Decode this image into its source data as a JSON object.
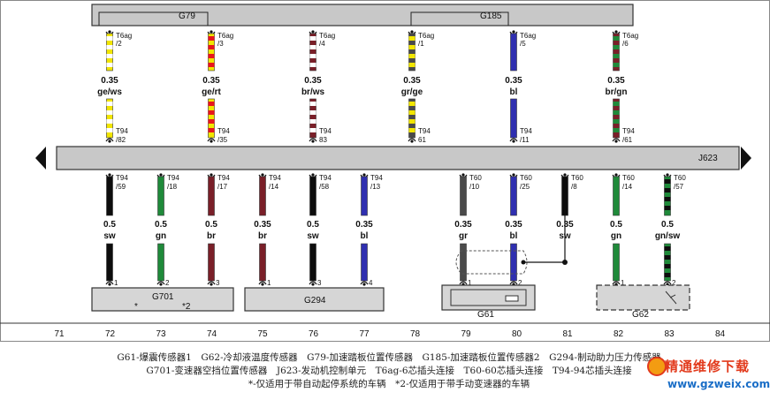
{
  "colors": {
    "ge": "#f2e600",
    "ws": "#ffffff",
    "rt": "#e8161b",
    "br": "#7a1f28",
    "gr": "#4a4a4a",
    "bl": "#2f2fb0",
    "sw": "#0d0d0d",
    "gn": "#1f8a3a",
    "box": "#c8c8c8",
    "ground": "#d6d6d6"
  },
  "top_components": [
    {
      "label": "G79"
    },
    {
      "label": "G185"
    }
  ],
  "ecu": {
    "label": "J623"
  },
  "top_wires": [
    {
      "conn_top": "T6ag",
      "pin_top": "/2",
      "size": "0.35",
      "color": "ge/ws",
      "c1": "ge",
      "c2": "ws",
      "conn_bot": "T94",
      "pin_bot": "/82"
    },
    {
      "conn_top": "T6ag",
      "pin_top": "/3",
      "size": "0.35",
      "color": "ge/rt",
      "c1": "ge",
      "c2": "rt",
      "conn_bot": "T94",
      "pin_bot": "/35"
    },
    {
      "conn_top": "T6ag",
      "pin_top": "/4",
      "size": "0.35",
      "color": "br/ws",
      "c1": "br",
      "c2": "ws",
      "conn_bot": "T94",
      "pin_bot": "83"
    },
    {
      "conn_top": "T6ag",
      "pin_top": "/1",
      "size": "0.35",
      "color": "gr/ge",
      "c1": "gr",
      "c2": "ge",
      "conn_bot": "T94",
      "pin_bot": "61"
    },
    {
      "conn_top": "T6ag",
      "pin_top": "/5",
      "size": "0.35",
      "color": "bl",
      "c1": "bl",
      "c2": "",
      "conn_bot": "T94",
      "pin_bot": "/11"
    },
    {
      "conn_top": "T6ag",
      "pin_top": "/6",
      "size": "0.35",
      "color": "br/gn",
      "c1": "br",
      "c2": "gn",
      "conn_bot": "T94",
      "pin_bot": "/61"
    }
  ],
  "bottom_wires": [
    {
      "conn": "T94",
      "pin": "/59",
      "size": "0.5",
      "color": "sw",
      "c1": "sw",
      "c2": "",
      "end_pin": "1"
    },
    {
      "conn": "T94",
      "pin": "/18",
      "size": "0.5",
      "color": "gn",
      "c1": "gn",
      "c2": "",
      "end_pin": "2"
    },
    {
      "conn": "T94",
      "pin": "/17",
      "size": "0.5",
      "color": "br",
      "c1": "br",
      "c2": "",
      "end_pin": "3"
    },
    {
      "conn": "T94",
      "pin": "/14",
      "size": "0.35",
      "color": "br",
      "c1": "br",
      "c2": "",
      "end_pin": "1"
    },
    {
      "conn": "T94",
      "pin": "/58",
      "size": "0.5",
      "color": "sw",
      "c1": "sw",
      "c2": "",
      "end_pin": "3"
    },
    {
      "conn": "T94",
      "pin": "/13",
      "size": "0.35",
      "color": "bl",
      "c1": "bl",
      "c2": "",
      "end_pin": "4"
    },
    {
      "conn": "T60",
      "pin": "/10",
      "size": "0.35",
      "color": "gr",
      "c1": "gr",
      "c2": "",
      "end_pin": "1"
    },
    {
      "conn": "T60",
      "pin": "/25",
      "size": "0.35",
      "color": "bl",
      "c1": "bl",
      "c2": "",
      "end_pin": "2"
    },
    {
      "conn": "T60",
      "pin": "/8",
      "size": "0.35",
      "color": "sw",
      "c1": "sw",
      "c2": "",
      "end_pin": ""
    },
    {
      "conn": "T60",
      "pin": "/14",
      "size": "0.5",
      "color": "gn",
      "c1": "gn",
      "c2": "",
      "end_pin": "1"
    },
    {
      "conn": "T60",
      "pin": "/57",
      "size": "0.5",
      "color": "gn/sw",
      "c1": "gn",
      "c2": "sw",
      "end_pin": "2"
    }
  ],
  "bottom_components": [
    {
      "label": "G701",
      "notes": [
        "*",
        "*2"
      ]
    },
    {
      "label": "G294"
    },
    {
      "label": "G61"
    },
    {
      "label": "G62"
    }
  ],
  "axis_numbers": [
    "71",
    "72",
    "73",
    "74",
    "75",
    "76",
    "77",
    "78",
    "79",
    "80",
    "81",
    "82",
    "83",
    "84"
  ],
  "legend": {
    "line1": "G61-爆震传感器1　G62-冷却液温度传感器　G79-加速踏板位置传感器　G185-加速踏板位置传感器2　G294-制动助力压力传感器",
    "line2": "G701-变速器空挡位置传感器　J623-发动机控制单元　T6ag-6芯插头连接　T60-60芯插头连接　T94-94芯插头连接",
    "line3": "*-仅适用于带自动起停系统的车辆　*2-仅适用于带手动变速器的车辆"
  },
  "watermark": {
    "name": "精通维修下载",
    "url": "www.gzweix.com"
  }
}
